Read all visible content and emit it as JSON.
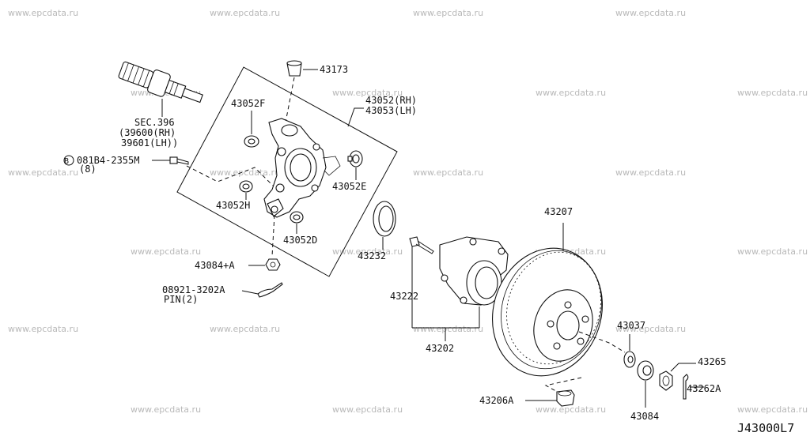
{
  "watermark": "www.epcdata.ru",
  "diagram_code": "J43000L7",
  "labels": {
    "l43173": "43173",
    "l43052f": "43052F",
    "l43052rh": "43052(RH)",
    "l43053lh": "43053(LH)",
    "sec": "SEC.396",
    "sec_rh": "(39600(RH)",
    "sec_lh": "39601(LH))",
    "bolt_b": "B",
    "bolt": "081B4-2355M",
    "bolt_qty": "(8)",
    "l43052e": "43052E",
    "l43052h": "43052H",
    "l43052d": "43052D",
    "l43232": "43232",
    "l43084a": "43084+A",
    "pin_no": "08921-3202A",
    "pin": "PIN(2)",
    "l43207": "43207",
    "l43222": "43222",
    "l43202": "43202",
    "l43037": "43037",
    "l43265": "43265",
    "l43262a": "43262A",
    "l43206a": "43206A",
    "l43084": "43084"
  }
}
